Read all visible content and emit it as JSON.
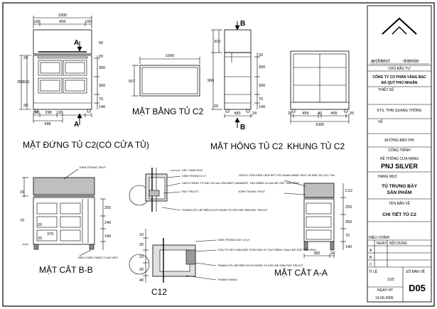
{
  "views": {
    "front": {
      "title": "MẶT ĐỨNG TỦ C2(CÓ CỬA TỦ)",
      "dims_top": [
        "1000",
        "100",
        "800",
        "100"
      ],
      "dims_left": [
        "350",
        "20",
        "310",
        "20"
      ],
      "dims_right": [
        "60",
        "20",
        "300",
        "300",
        "70",
        "140"
      ],
      "dims_bottom": [
        "100",
        "298",
        "100",
        "498"
      ],
      "section_mark": "A"
    },
    "plan": {
      "title": "MẶT BẰNG TỦ C2",
      "dim_top": "1000",
      "dim_left": "507"
    },
    "side": {
      "title": "MẶT HÔNG TỦ C2",
      "dims_left": [
        "310",
        "900",
        "20"
      ],
      "dims_right": [
        "300",
        "300",
        "20",
        "70",
        "140"
      ],
      "dims_bottom": [
        "483",
        "24"
      ],
      "section_mark": "B"
    },
    "frame": {
      "title": "KHUNG TỦ C2",
      "dims_bottom": [
        "25",
        "455",
        "40",
        "455",
        "25"
      ],
      "dim_total": "1000"
    },
    "section_bb": {
      "title": "MẶT CẮT B-B",
      "label_glass": "KÍNH TRONG THUỶ",
      "dims_left": [
        "15",
        "70"
      ],
      "dims_mid": [
        "379",
        "20",
        "20"
      ],
      "dims_right": [
        "250",
        "240",
        "140"
      ],
      "note_light": "ĐÈN CHIẾU SÁNG 3 VẠC Ø12"
    },
    "detail_c12": {
      "title": "C12",
      "notes": [
        "VẬT CANH Ø10",
        "KÍNH TRONG 8 LY",
        "VÁCH HÔNG TỦ DÀY 26 mm VÁN MDF LAMINATE, TẠO RÃNH 10 mm ĐỂ GIỮ TẤM KÍNH",
        "RAY TRƯỢT",
        "THANH GỖ LẮP BÊN DƯỚI NGĂN TỦ KÉO ĐỂ GẮN RAY TRƯỢT",
        "KÍNH TRONG DÀY 10 LY",
        "CỬA TỦ KÉO VÁN MDF SƠN DẦU ICI TẠO RÃNH 10mm ĐỂ GIỮ TẤM KÍNH",
        "THANH GỖ LẮP BÊN DƯỚI NGĂN TỦ KÉO ĐỂ GẮN RAY TRƯỢT",
        "THANH GIẰNG"
      ],
      "dims": [
        "10",
        "20",
        "10",
        "20",
        "40"
      ]
    },
    "section_aa": {
      "title": "MẶT CẮT  A-A",
      "notes": [
        "GIỮA 3 TẤM KÍNH LIÊN KẾT VỚI NHAU BẰNG KEO VÀ SẮN TA CỰC TIM",
        "KÍNH TRONG THUỶ"
      ],
      "dims_bottom": [
        "382",
        "24"
      ],
      "dims_right": [
        "C12",
        "250",
        "250",
        "70",
        "140"
      ]
    }
  },
  "title_block": {
    "logo_left": "architect",
    "logo_right": "-interior",
    "owner_label": "CHỦ ĐẦU TƯ",
    "owner": "CÔNG TY CỔ PHẦN VÀNG BẠC ĐÁ QUÝ PHÚ NHUẬN",
    "design_label": "THIẾT KẾ",
    "architect": "KTS. THÁI QUANG THÔNG",
    "draw_label": "VẼ",
    "drafter": "ĐƯỜNG BẢO PHI",
    "project_label": "CÔNG TRÌNH",
    "project": "HỆ THỐNG CỬA HÀNG",
    "project_name": "PNJ SILVER",
    "item_label": "HẠNG MỤC",
    "item": "TỦ TRƯNG BÀY SẢN PHẨM",
    "drawing_label": "TÊN BẢN VẼ",
    "drawing_name": "CHI TIẾT TỦ C2",
    "rev_label": "HIỆU CHỈNH",
    "rev_date": "NGÀY",
    "rev_content": "NỘI DUNG",
    "rev_rows": [
      "A",
      "B",
      "C"
    ],
    "scale_label": "TỈ LỆ",
    "scale": "1/25",
    "sheet_label": "SỐ BẢN VẼ",
    "sheet_no": "D05",
    "date_label": "NGÀY HT",
    "date": "13-06-2005"
  }
}
